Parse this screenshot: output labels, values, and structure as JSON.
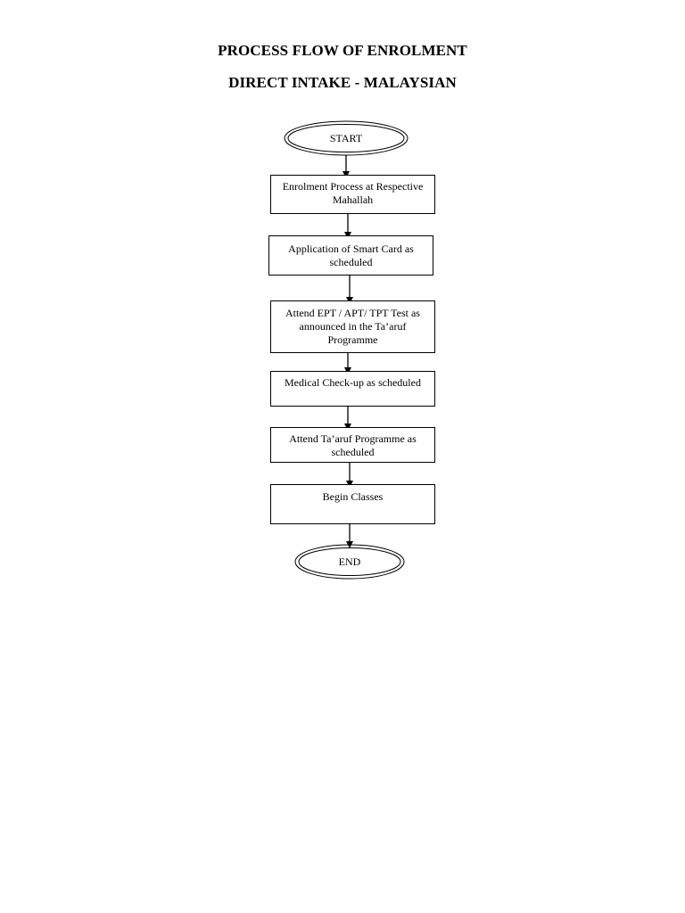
{
  "document": {
    "title_line1": "PROCESS FLOW OF ENROLMENT",
    "title_line2": "DIRECT INTAKE - MALAYSIAN"
  },
  "flowchart": {
    "start": "START",
    "steps": [
      "Enrolment Process at Respective Mahallah",
      "Application of Smart Card as scheduled",
      "Attend EPT / APT/ TPT Test as announced in the Ta’aruf Programme",
      "Medical Check-up as scheduled",
      "Attend Ta’aruf Programme as scheduled",
      "Begin Classes"
    ],
    "end": "END"
  }
}
